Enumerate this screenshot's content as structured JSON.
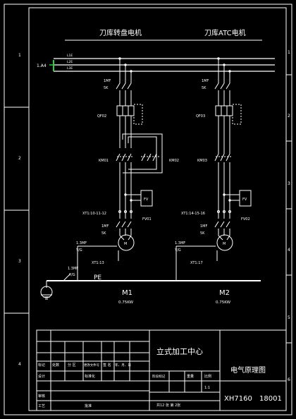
{
  "frame": {
    "row_labels": [
      "1",
      "2",
      "3",
      "4",
      "5",
      "6"
    ]
  },
  "title_block": {
    "company": "立式加工中心",
    "drawing_name": "电气原理图",
    "drawing_no": "XH7160",
    "doc_no": "18001",
    "scale_value": "1:1",
    "sheet_info": "共12 张  第 2张",
    "headers": {
      "mark": "标记",
      "count": "处数",
      "zone": "分 区",
      "change_doc": "更改文件号",
      "sign": "签 名",
      "date": "年、月、日",
      "design": "设计",
      "standard": "标准化",
      "stage_mark": "阶段标记",
      "weight": "重量",
      "scale": "比例",
      "review": "审核",
      "process": "工艺",
      "approve": "批准"
    }
  },
  "circuit": {
    "left_title": "刀库转盘电机",
    "right_title": "刀库ATC电机",
    "supply_label": "1.A4",
    "bus_labels": [
      "L1E",
      "L2E",
      "L3E"
    ],
    "left": {
      "breaker": "1MF",
      "breaker_sub": "5K",
      "fuse": "QF02",
      "contactor_a": "KM01",
      "contactor_b": "KM02",
      "fv_box": "FV",
      "fv_label": "FV01",
      "terminal": "XT1:10-11-12",
      "terminal_b": "XT1:13",
      "motor": "M",
      "mf_label": "1.3MF",
      "mf_sub": "Y/G",
      "pe_mf": "1.3MF",
      "pe_mf_sub": "Y/G",
      "motor_name": "M1",
      "motor_power": "0.75KW"
    },
    "right": {
      "breaker": "1MF",
      "breaker_sub": "5K",
      "fuse": "QF03",
      "contactor": "KM03",
      "fv_box": "FV",
      "fv_label": "FV02",
      "terminal": "XT1:14-15-16",
      "terminal_b": "XT1:17",
      "motor": "M",
      "mf_label": "1.3MF",
      "mf_sub": "Y/G",
      "motor_name": "M2",
      "motor_power": "0.75KW"
    },
    "pe_label": "PE"
  },
  "colors": {
    "line": "#ffffff",
    "text": "#ffffff",
    "accent": "#2ecc40",
    "background": "#000000"
  }
}
